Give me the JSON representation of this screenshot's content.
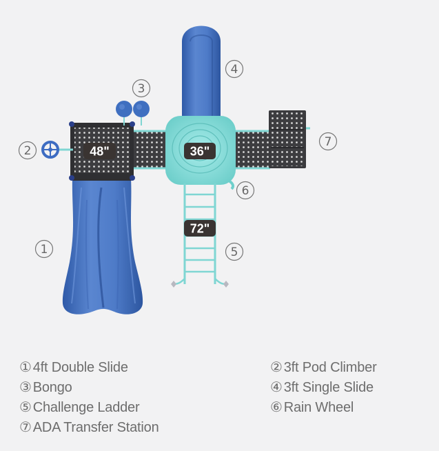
{
  "colors": {
    "background": "#f2f2f3",
    "slide_blue": "#3f6fc0",
    "deck_dark": "#3b3b3d",
    "teal": "#7fd6d3",
    "tag_dark": "#3a3432",
    "legend_text": "#6d6d6d"
  },
  "height_tags": {
    "deck_48": "48\"",
    "deck_36": "36\"",
    "ladder_72": "72\""
  },
  "callouts": {
    "c1": "1",
    "c2": "2",
    "c3": "3",
    "c4": "4",
    "c5": "5",
    "c6": "6",
    "c7": "7"
  },
  "legend": [
    {
      "num": "①",
      "label": "4ft Double Slide"
    },
    {
      "num": "②",
      "label": "3ft Pod Climber"
    },
    {
      "num": "③",
      "label": "Bongo"
    },
    {
      "num": "④",
      "label": "3ft Single Slide"
    },
    {
      "num": "⑤",
      "label": "Challenge Ladder"
    },
    {
      "num": "⑥",
      "label": "Rain Wheel"
    },
    {
      "num": "⑦",
      "label": "ADA Transfer Station"
    }
  ]
}
